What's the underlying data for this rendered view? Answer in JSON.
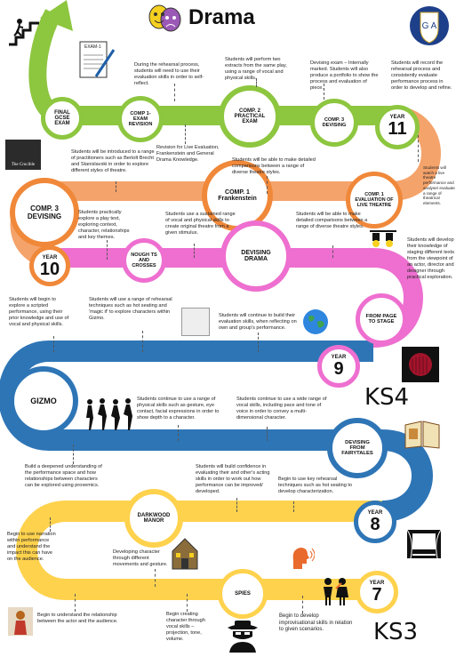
{
  "header": {
    "title": "Drama"
  },
  "nodes": {
    "final_gcse": "FINAL GCSE EXAM",
    "comp1_exam_revision": "COMP 1- EXAM REVISION",
    "comp2_practical_exam": "COMP. 2 PRACTICAL EXAM",
    "comp3_devising_top": "COMP. 3 DEVISING",
    "year11_label": "YEAR",
    "year11_num": "11",
    "comp1_frankenstein": "COMP. 1 Frankenstein",
    "comp1_eval_live": "COMP. 1 EVALUATION OF LIVE THEATRE",
    "comp3_devising_left": "COMP. 3 DEVISING",
    "year10_label": "YEAR",
    "year10_num": "10",
    "noughts_crosses": "NOUGH TS AND CROSSES",
    "devising_drama": "DEVISING DRAMA",
    "page_to_stage": "FROM PAGE TO STAGE",
    "year9_label": "YEAR",
    "year9_num": "9",
    "gizmo": "GIZMO",
    "devising_fairytales": "DEVISING FROM FAIRYTALES",
    "darkwood_manor": "DARKWOOD MANOR",
    "year8_label": "YEAR",
    "year8_num": "8",
    "spies": "SPIES",
    "year7_label": "YEAR",
    "year7_num": "7"
  },
  "notes": {
    "rehearsal_process": "During the rehearsal process, students will need to use their evaluation skills in order to self-reflect.",
    "two_extracts": "Students will perform two extracts from the same play, using a range of vocal and physical skills.",
    "devising_exam": "Devising exam – Internally marked. Students will also produce a portfolio to show the process and evaluation of piece.",
    "record_rehearsal": "Students will record the rehearsal process and consistently evaluate performance process in order to develop and refine.",
    "revision_live": "Revision for Live Evaluation, Frankenstein and General Drama Knowledge.",
    "watch_live": "Students will watch a live theatre performance and analyse/ evaluate a range of theatrical elements.",
    "practitioners": "Students will be introduced to a range of practitioners such as Bertolt Brecht and Stanislavski in order to explore different styles of theatre.",
    "comparisons_1": "Students will be able to make detailed comparisons between a range of diverse theatre styles.",
    "play_text": "Students practically explore a play text, exploring context, character, relationships and key themes.",
    "sustained_range": "Students use a sustained range of vocal and physical skills to create original theatre from a given stimulus.",
    "comparisons_2": "Students will be able to make detailed comparisons between a range of diverse theatre styles.",
    "staging_knowledge": "Students will develop their knowledge of staging different texts from the viewpoint of an actor, director and designer through practical exploration.",
    "scripted": "Students will begin to explore a scripted performance, using their prior knowledge and use of vocal and physical skills.",
    "rehearsal_techniques": "Students will use a range of rehearsal techniques such as hot seating and 'magic if' to explore characters within Gizmo.",
    "build_eval": "Students will continue to build their evaluation skills, when reflecting on own and group's performance.",
    "physical_skills": "Students continue to use a range of physical skills such as gesture, eye contact, facial expressions in order to show depth to a character.",
    "vocal_skills": "Students continue to use a wide range of vocal skills, including pace and tone of voice in order to convey a multi- dimensional character.",
    "proxemics": "Build a deepened understanding of the performance space and how relationships between characters can be explored using proxemics.",
    "confidence": "Students will build confidence in evaluating their and other's acting skills in order to work out how performance can be improved/ developed.",
    "hot_seating": "Begin to use key rehearsal techniques such as hot seating to develop characterization.",
    "narration": "Begin to use narration within performance and understand the impact this can have on the audience.",
    "movements": "Developing character through different movements and gesture.",
    "actor_audience": "Begin to understand the relationship between the actor and the audience.",
    "vocal_creating": "Begin creating character through vocal skills – projection, tone, volume.",
    "improvisational": "Begin to develop improvisational skills in relation to given scenarios."
  },
  "stage_labels": {
    "ks4": "KS4",
    "ks3": "KS3"
  },
  "picture_text": {
    "exam_paper": "EXAM-1",
    "crucible": "The Crucible"
  },
  "colors": {
    "green": "#8dc63f",
    "orange": "#f4a36b",
    "pink": "#ee6fd0",
    "blue": "#2e75b6",
    "yellow": "#ffd24d",
    "orange_ring": "#f0883a"
  }
}
